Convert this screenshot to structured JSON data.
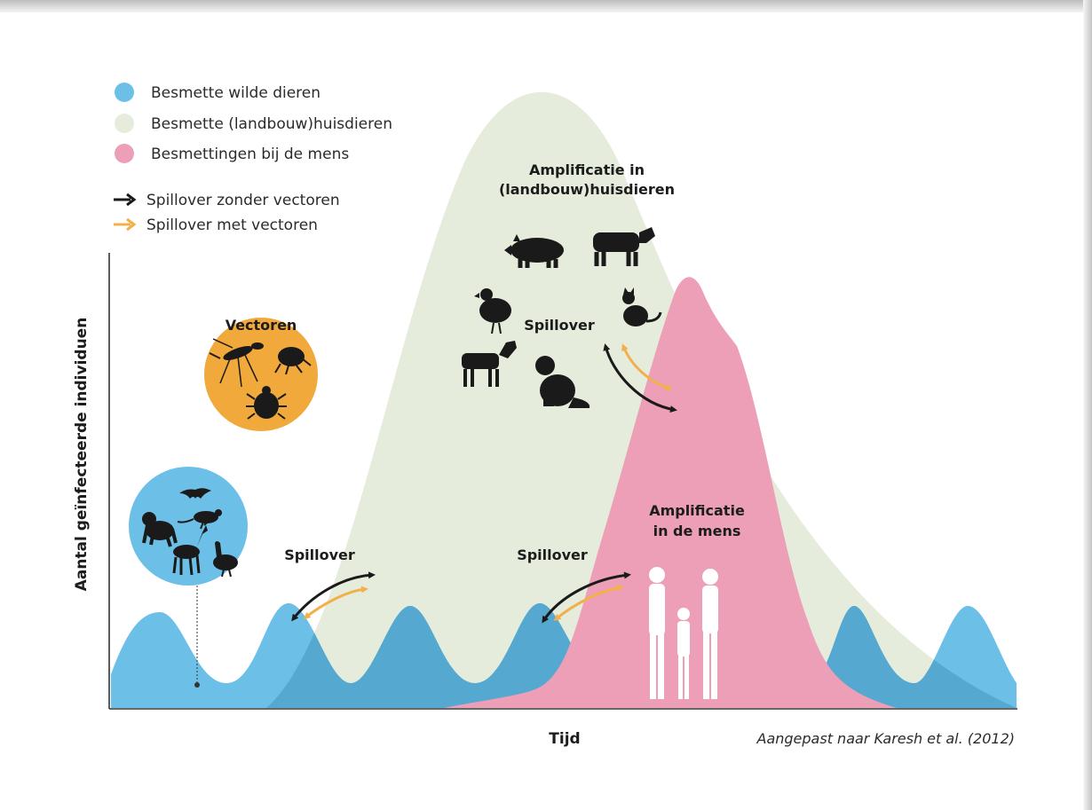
{
  "colors": {
    "wild": "#6cc0e8",
    "domestic": "#e6ecdc",
    "human": "#ec9fb6",
    "vector_circle": "#f2a93b",
    "arrow_no_vector": "#1a1a1a",
    "arrow_vector": "#f2b04a",
    "overlap_wild_domestic": "#55a8cf",
    "overlap_wild_human": "#6db0d6"
  },
  "legend": {
    "items": [
      {
        "label": "Besmette wilde dieren",
        "color_key": "wild"
      },
      {
        "label": "Besmette (landbouw)huisdieren",
        "color_key": "domestic"
      },
      {
        "label": "Besmettingen bij de mens",
        "color_key": "human"
      }
    ],
    "arrows": [
      {
        "label": "Spillover zonder vectoren",
        "color_key": "arrow_no_vector"
      },
      {
        "label": "Spillover met vectoren",
        "color_key": "arrow_vector"
      }
    ]
  },
  "labels": {
    "vectors": "Vectoren",
    "amplification_domestic_line1": "Amplificatie in",
    "amplification_domestic_line2": "(landbouw)huisdieren",
    "spillover_top": "Spillover",
    "spillover_left": "Spillover",
    "spillover_middle": "Spillover",
    "amplification_human_line1": "Amplificatie",
    "amplification_human_line2": "in de mens"
  },
  "axes": {
    "y_label": "Aantal geïnfecteerde individuen",
    "x_label": "Tijd"
  },
  "source": "Aangepast naar Karesh et al. (2012)",
  "icons": {
    "wild_animals": [
      "bat-icon",
      "chimpanzee-icon",
      "rat-icon",
      "deer-icon",
      "goose-icon"
    ],
    "vectors": [
      "mosquito-icon",
      "flea-icon",
      "tick-icon"
    ],
    "domestic_animals": [
      "pig-icon",
      "cow-icon",
      "chicken-icon",
      "cat-icon",
      "goat-icon",
      "dog-icon"
    ],
    "humans": [
      "adult-man-icon",
      "child-icon",
      "adult-woman-icon"
    ]
  }
}
